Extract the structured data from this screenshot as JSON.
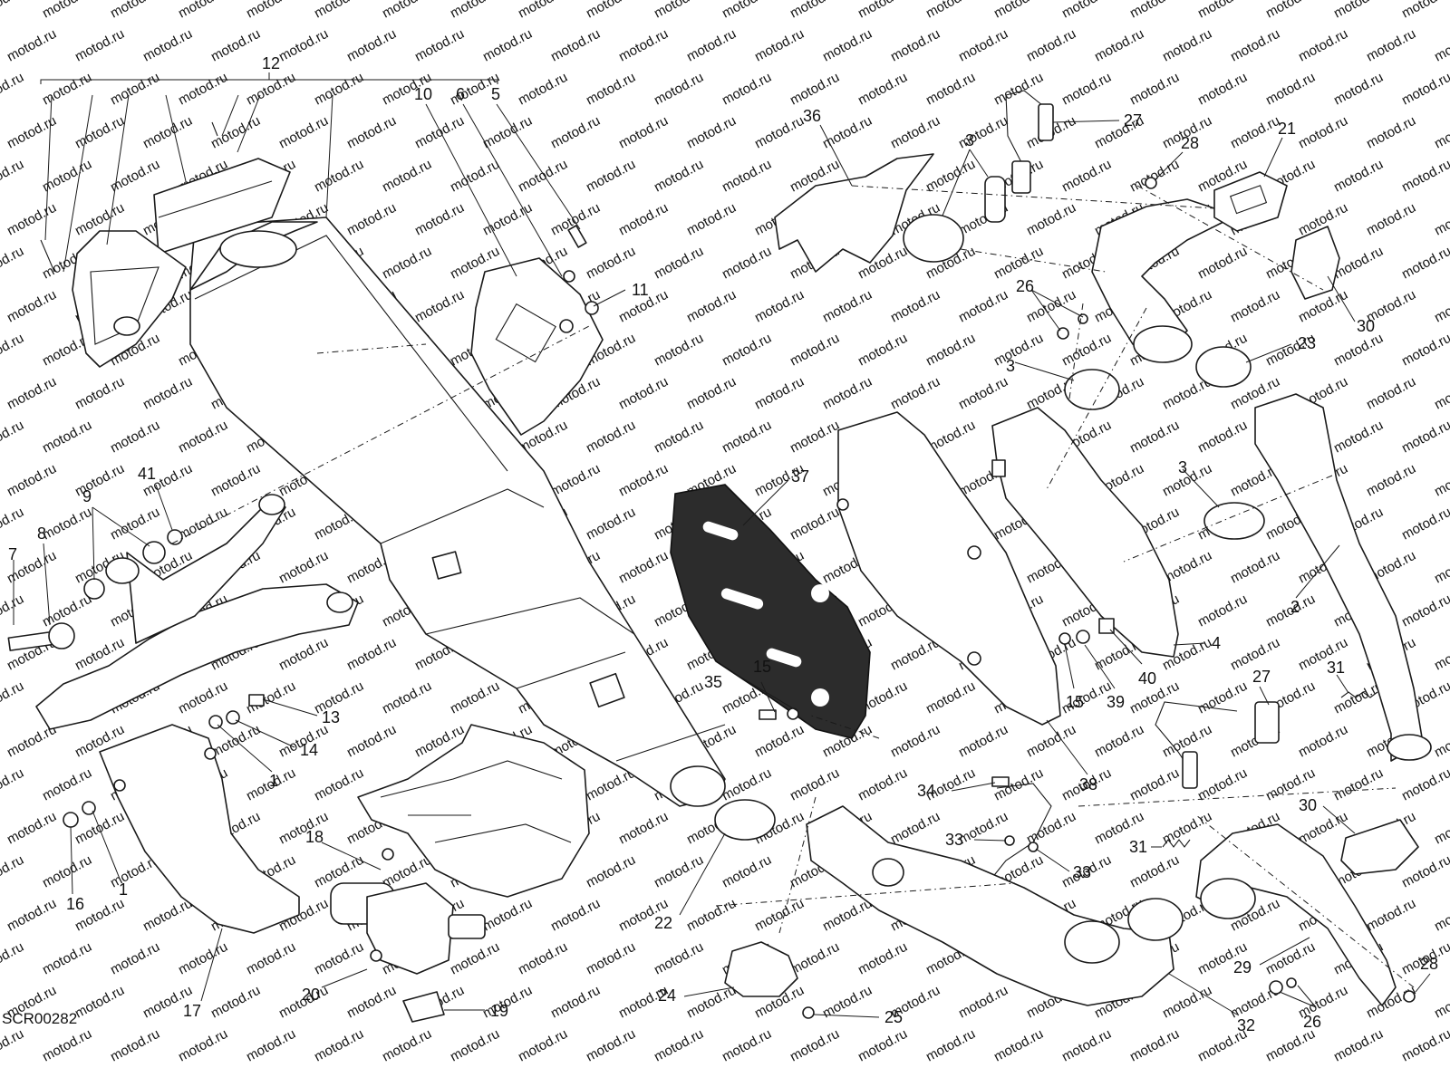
{
  "diagram": {
    "code": "SCR00282",
    "watermark": "motod.ru",
    "callouts": [
      {
        "id": "c12",
        "label": "12"
      },
      {
        "id": "c10",
        "label": "10"
      },
      {
        "id": "c6",
        "label": "6"
      },
      {
        "id": "c5",
        "label": "5"
      },
      {
        "id": "c11",
        "label": "11"
      },
      {
        "id": "c41",
        "label": "41"
      },
      {
        "id": "c9",
        "label": "9"
      },
      {
        "id": "c8",
        "label": "8"
      },
      {
        "id": "c7",
        "label": "7"
      },
      {
        "id": "c13",
        "label": "13"
      },
      {
        "id": "c14",
        "label": "14"
      },
      {
        "id": "c1a",
        "label": "1"
      },
      {
        "id": "c1b",
        "label": "1"
      },
      {
        "id": "c16",
        "label": "16"
      },
      {
        "id": "c17",
        "label": "17"
      },
      {
        "id": "c18",
        "label": "18"
      },
      {
        "id": "c20",
        "label": "20"
      },
      {
        "id": "c19",
        "label": "19"
      },
      {
        "id": "c36",
        "label": "36"
      },
      {
        "id": "c3a",
        "label": "3"
      },
      {
        "id": "c27a",
        "label": "27"
      },
      {
        "id": "c28a",
        "label": "28"
      },
      {
        "id": "c21",
        "label": "21"
      },
      {
        "id": "c30a",
        "label": "30"
      },
      {
        "id": "c26a",
        "label": "26"
      },
      {
        "id": "c3b",
        "label": "3"
      },
      {
        "id": "c23",
        "label": "23"
      },
      {
        "id": "c37",
        "label": "37"
      },
      {
        "id": "c3c",
        "label": "3"
      },
      {
        "id": "c2",
        "label": "2"
      },
      {
        "id": "c4",
        "label": "4"
      },
      {
        "id": "c15a",
        "label": "15"
      },
      {
        "id": "c35",
        "label": "35"
      },
      {
        "id": "c15b",
        "label": "15"
      },
      {
        "id": "c39",
        "label": "39"
      },
      {
        "id": "c40",
        "label": "40"
      },
      {
        "id": "c31a",
        "label": "31"
      },
      {
        "id": "c27b",
        "label": "27"
      },
      {
        "id": "c38",
        "label": "38"
      },
      {
        "id": "c34",
        "label": "34"
      },
      {
        "id": "c33a",
        "label": "33"
      },
      {
        "id": "c33b",
        "label": "33"
      },
      {
        "id": "c30b",
        "label": "30"
      },
      {
        "id": "c31b",
        "label": "31"
      },
      {
        "id": "c22",
        "label": "22"
      },
      {
        "id": "c24",
        "label": "24"
      },
      {
        "id": "c25",
        "label": "25"
      },
      {
        "id": "c32",
        "label": "32"
      },
      {
        "id": "c29",
        "label": "29"
      },
      {
        "id": "c28b",
        "label": "28"
      },
      {
        "id": "c26b",
        "label": "26"
      }
    ]
  }
}
